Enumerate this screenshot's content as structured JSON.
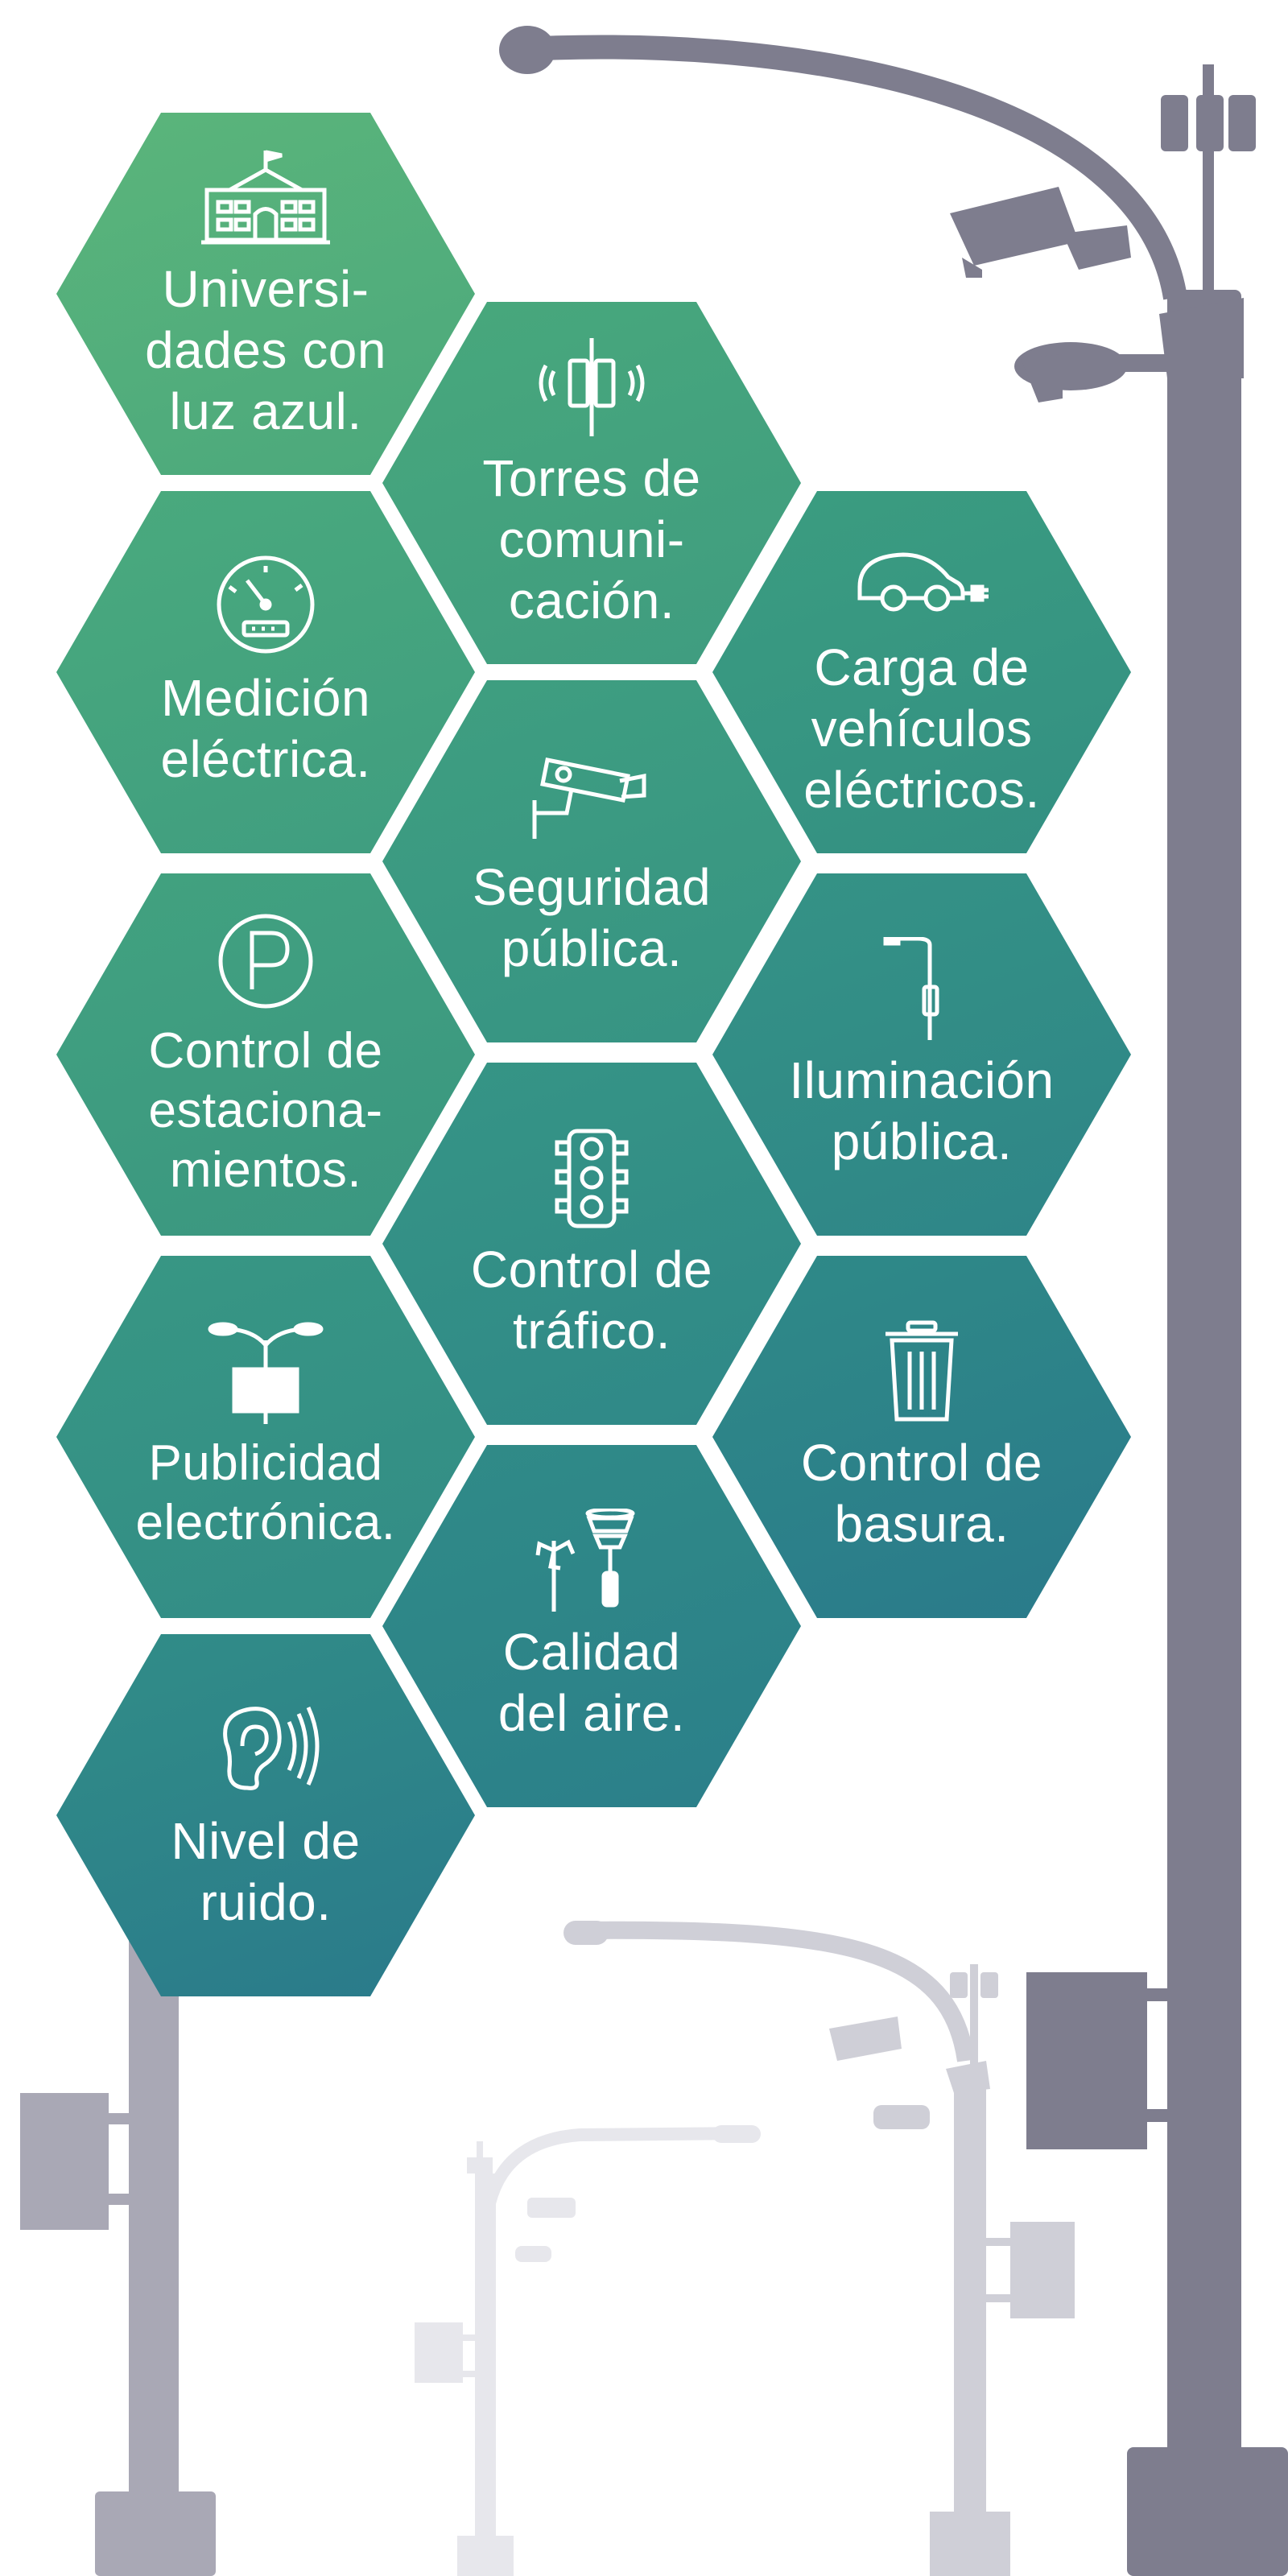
{
  "colors": {
    "hex_start": "#58b47a",
    "hex_mid": "#3b9a80",
    "hex_end": "#2f7a8a",
    "pole_dark": "#7e7d8e",
    "pole_mid": "#a9a8b5",
    "pole_light": "#e4e4e9",
    "text": "#ffffff"
  },
  "hexagons": [
    {
      "id": "universidades",
      "icon": "university-building-icon",
      "label": "Universi-\ndades con\nluz azul."
    },
    {
      "id": "torres",
      "icon": "communication-tower-icon",
      "label": "Torres de\ncomuni-\ncación."
    },
    {
      "id": "medicion",
      "icon": "electric-meter-icon",
      "label": "Medición\neléctrica."
    },
    {
      "id": "carga",
      "icon": "electric-car-charging-icon",
      "label": "Carga de\nvehículos\neléctricos."
    },
    {
      "id": "seguridad",
      "icon": "security-camera-icon",
      "label": "Seguridad\npública."
    },
    {
      "id": "estacionamientos",
      "icon": "parking-icon",
      "label": "Control de\nestaciona-\nmientos."
    },
    {
      "id": "iluminacion",
      "icon": "street-light-icon",
      "label": "Iluminación\npública."
    },
    {
      "id": "trafico",
      "icon": "traffic-light-icon",
      "label": "Control de\ntráfico."
    },
    {
      "id": "publicidad",
      "icon": "billboard-lamp-icon",
      "label": "Publicidad\nelectrónica."
    },
    {
      "id": "basura",
      "icon": "trash-can-icon",
      "label": "Control de\nbasura."
    },
    {
      "id": "aire",
      "icon": "weather-station-icon",
      "label": "Calidad\ndel aire."
    },
    {
      "id": "ruido",
      "icon": "ear-sound-icon",
      "label": "Nivel de\nruido."
    }
  ]
}
